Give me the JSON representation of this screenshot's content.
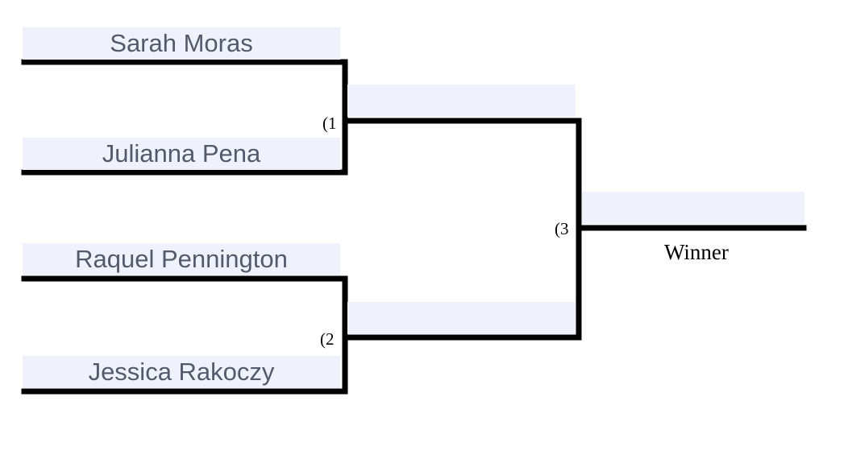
{
  "bracket": {
    "round1": [
      {
        "top": "Sarah Moras",
        "bottom": "Julianna Pena",
        "match_label": "(1"
      },
      {
        "top": "Raquel Pennington",
        "bottom": "Jessica Rakoczy",
        "match_label": "(2"
      }
    ],
    "round2": {
      "top": "",
      "bottom": "",
      "match_label": "(3"
    },
    "winner": {
      "name": "",
      "label": "Winner"
    }
  },
  "colors": {
    "slot_background": "#eff2fd",
    "line": "#000000",
    "name_text": "#555a6a"
  }
}
